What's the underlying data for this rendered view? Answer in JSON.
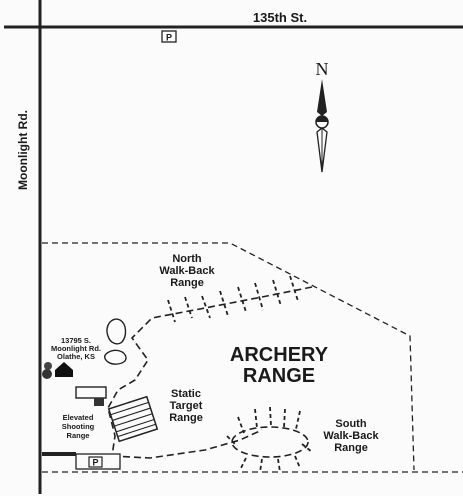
{
  "streets": {
    "north": "135th St.",
    "west": "Moonlight Rd."
  },
  "compass": {
    "letter": "N"
  },
  "parking": {
    "symbol": "P"
  },
  "areas": {
    "north_walkback": [
      "North",
      "Walk-Back",
      "Range"
    ],
    "archery": [
      "ARCHERY",
      "RANGE"
    ],
    "static_target": [
      "Static",
      "Target",
      "Range"
    ],
    "south_walkback": [
      "South",
      "Walk-Back",
      "Range"
    ],
    "elevated_shooting": [
      "Elevated",
      "Shooting",
      "Range"
    ]
  },
  "address": [
    "13795 S.",
    "Moonlight Rd.",
    "Olathe, KS"
  ]
}
